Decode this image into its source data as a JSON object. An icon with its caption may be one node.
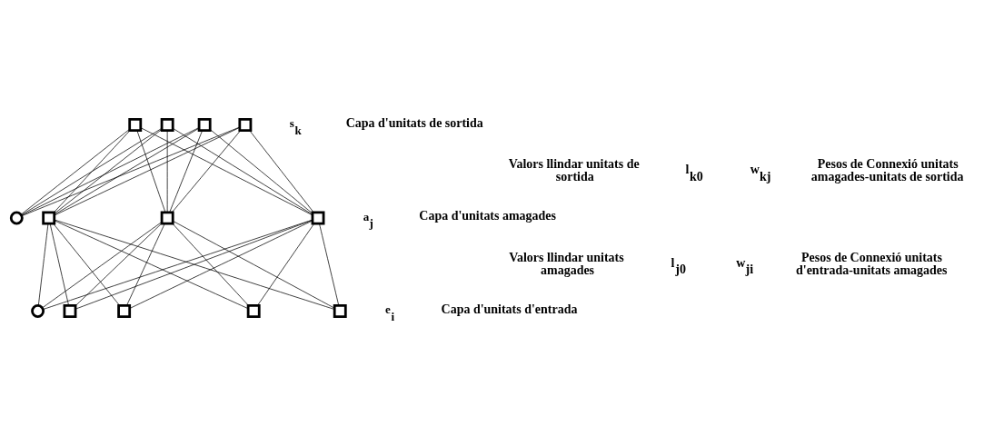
{
  "diagram": {
    "nodes": [
      {
        "text": [],
        "shape": "box"
      },
      {
        "text": [],
        "shape": "box"
      },
      {
        "text": [],
        "shape": "box"
      },
      {
        "text": [],
        "shape": "box",
        "beside": [
          "s$_{k}$"
        ]
      },
      {
        "text": [],
        "shape": "circle"
      },
      {
        "text": [],
        "shape": "box"
      },
      {
        "text": [],
        "shape": "box"
      },
      {
        "text": [],
        "shape": "box",
        "beside": [
          "a$_{j}$"
        ]
      },
      {
        "text": [],
        "shape": "circle"
      },
      {
        "text": [],
        "shape": "box"
      },
      {
        "text": [],
        "shape": "box"
      },
      {
        "text": [],
        "shape": "box"
      },
      {
        "text": [],
        "shape": "box",
        "beside": [
          "e$_{i}$"
        ]
      }
    ],
    "edges": [
      {
        "from": 4,
        "to": 0,
        "arrow": "none"
      },
      {
        "from": 5,
        "to": 0,
        "arrow": "none"
      },
      {
        "from": 6,
        "to": 0,
        "arrow": "none"
      },
      {
        "from": 7,
        "to": 0,
        "arrow": "none"
      },
      {
        "from": 4,
        "to": 1,
        "arrow": "none"
      },
      {
        "from": 5,
        "to": 1,
        "arrow": "none"
      },
      {
        "from": 6,
        "to": 1,
        "arrow": "none"
      },
      {
        "from": 7,
        "to": 1,
        "arrow": "none"
      },
      {
        "from": 4,
        "to": 2,
        "arrow": "none"
      },
      {
        "from": 5,
        "to": 2,
        "arrow": "none"
      },
      {
        "from": 6,
        "to": 2,
        "arrow": "none"
      },
      {
        "from": 7,
        "to": 2,
        "arrow": "none"
      },
      {
        "from": 4,
        "to": 3,
        "arrow": "none"
      },
      {
        "from": 5,
        "to": 3,
        "arrow": "none"
      },
      {
        "from": 6,
        "to": 3,
        "arrow": "none"
      },
      {
        "from": 7,
        "to": 3,
        "arrow": "none"
      },
      {
        "from": 8,
        "to": 5,
        "arrow": "none"
      },
      {
        "from": 9,
        "to": 5,
        "arrow": "none"
      },
      {
        "from": 10,
        "to": 5,
        "arrow": "none"
      },
      {
        "from": 11,
        "to": 5,
        "arrow": "none"
      },
      {
        "from": 12,
        "to": 5,
        "arrow": "none"
      },
      {
        "from": 8,
        "to": 6,
        "arrow": "none"
      },
      {
        "from": 9,
        "to": 6,
        "arrow": "none"
      },
      {
        "from": 10,
        "to": 6,
        "arrow": "none"
      },
      {
        "from": 11,
        "to": 6,
        "arrow": "none"
      },
      {
        "from": 12,
        "to": 6,
        "arrow": "none"
      },
      {
        "from": 8,
        "to": 7,
        "arrow": "none"
      },
      {
        "from": 9,
        "to": 7,
        "arrow": "none"
      },
      {
        "from": 10,
        "to": 7,
        "arrow": "none"
      },
      {
        "from": 11,
        "to": 7,
        "arrow": "none"
      },
      {
        "from": 12,
        "to": 7,
        "arrow": "none"
      }
    ],
    "labels": [
      "Capa d'unitats de sortida",
      "Valors llindar unitats de sortida",
      "l$_{k0}$",
      "w$_{kj}$",
      "Pesos de Connexió unitats amagades-unitats de sortida",
      "Capa d'unitats amagades",
      "Valors llindar unitats amagades",
      "l$_{j0}$",
      "w$_{ji}$",
      "Pesos de Connexió unitats d'entrada-unitats amagades",
      "Capa d'unitats d'entrada"
    ]
  }
}
